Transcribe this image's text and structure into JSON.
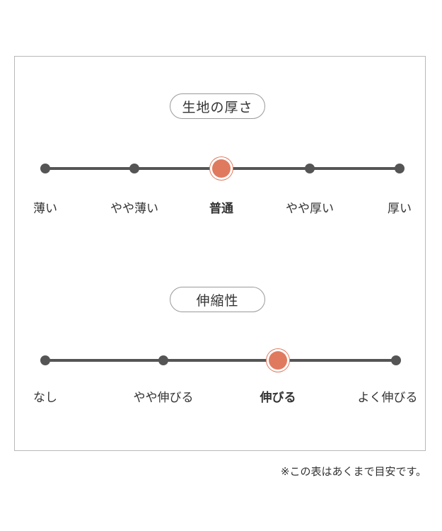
{
  "sections": [
    {
      "title": "生地の厚さ",
      "levels": [
        "薄い",
        "やや薄い",
        "普通",
        "やや厚い",
        "厚い"
      ],
      "selected": "普通"
    },
    {
      "title": "伸縮性",
      "levels": [
        "なし",
        "やや伸びる",
        "伸びる",
        "よく伸びる"
      ],
      "selected": "伸びる"
    }
  ],
  "note": "※この表はあくまで目安です。",
  "colors": {
    "accent": "#e07a5f",
    "track": "#555555",
    "border": "#b8b8b8"
  }
}
